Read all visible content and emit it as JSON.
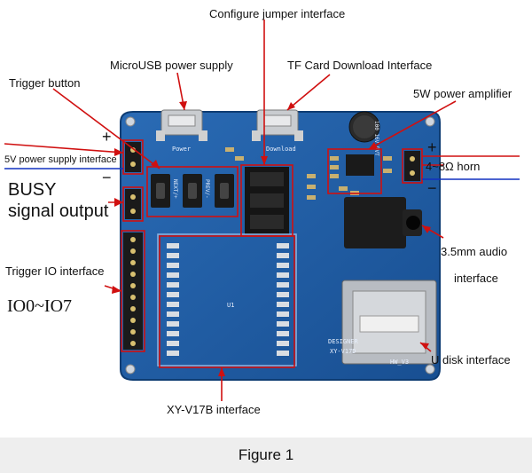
{
  "labels": {
    "configure_jumper": "Configure jumper interface",
    "microusb": "MicroUSB power supply",
    "tf_card": "TF Card Download Interface",
    "trigger_button": "Trigger button",
    "power_amp": "5W power amplifier",
    "five_v": "5V power supply interface",
    "busy_line1": "BUSY",
    "busy_line2": "signal output",
    "horn": "4~8Ω horn",
    "audio_line1": "3.5mm audio",
    "audio_line2": "interface",
    "trigger_io": "Trigger IO interface",
    "io_range": "IO0~IO7",
    "udisk": "U disk interface",
    "xy_module": "XY-V17B interface",
    "plus_left": "+",
    "minus_left": "−",
    "plus_right": "+",
    "minus_right": "−"
  },
  "board_text": {
    "power": "Power",
    "download": "Download",
    "designer": "DESIGNER",
    "model": "XY-V17D",
    "hw": "HW_V3",
    "cap": "100 16V RVT",
    "u1": "U1",
    "buttons": [
      "NEXT/+",
      "PREV/-"
    ]
  },
  "caption": "Figure 1",
  "colors": {
    "board": "#1f5fa8",
    "board_dark": "#164a86",
    "annotation": "#d01010",
    "blue_line": "#1030c0",
    "text": "#111111"
  }
}
